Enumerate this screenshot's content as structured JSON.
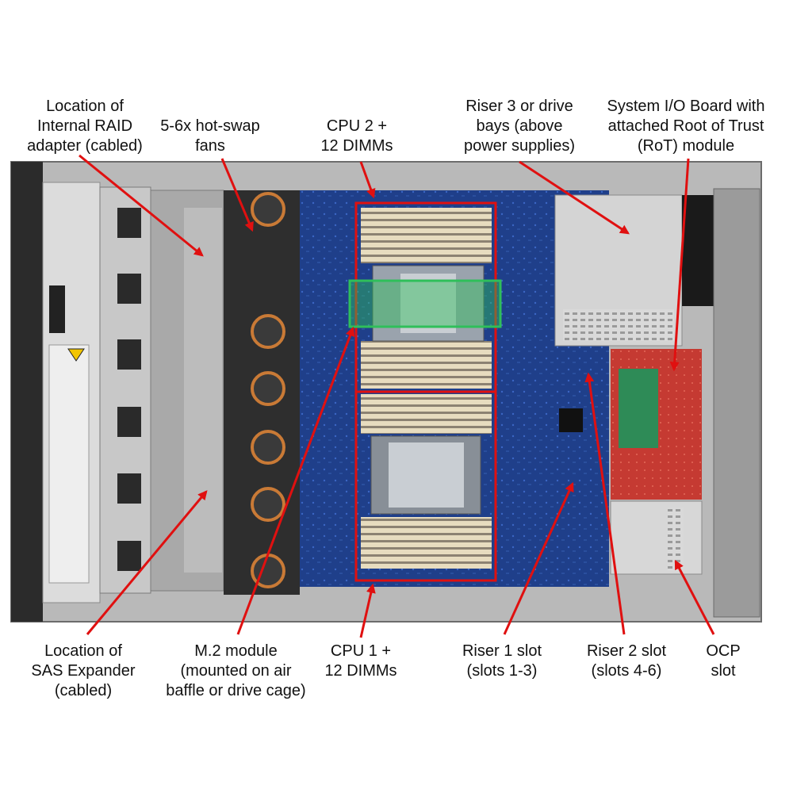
{
  "colors": {
    "highlight": "#e01010",
    "m2_zone": "#2fbf5a",
    "board": "#1f3f8a",
    "io_board": "#c53a32",
    "chassis": "#b9b9b9"
  },
  "callouts": {
    "internal_raid": "Location of\nInternal RAID\nadapter (cabled)",
    "fans": "5-6x hot-swap\nfans",
    "cpu2": "CPU 2 +\n12 DIMMs",
    "riser3": "Riser 3 or drive\nbays (above\npower supplies)",
    "system_io": "System I/O Board with\nattached Root of Trust\n(RoT) module",
    "sas_expander": "Location of\nSAS Expander\n(cabled)",
    "m2_module": "M.2 module\n(mounted on air\nbaffle or drive cage)",
    "cpu1": "CPU 1 +\n12 DIMMs",
    "riser1": "Riser 1 slot\n(slots 1-3)",
    "riser2": "Riser 2 slot\n(slots 4-6)",
    "ocp": "OCP\nslot"
  }
}
